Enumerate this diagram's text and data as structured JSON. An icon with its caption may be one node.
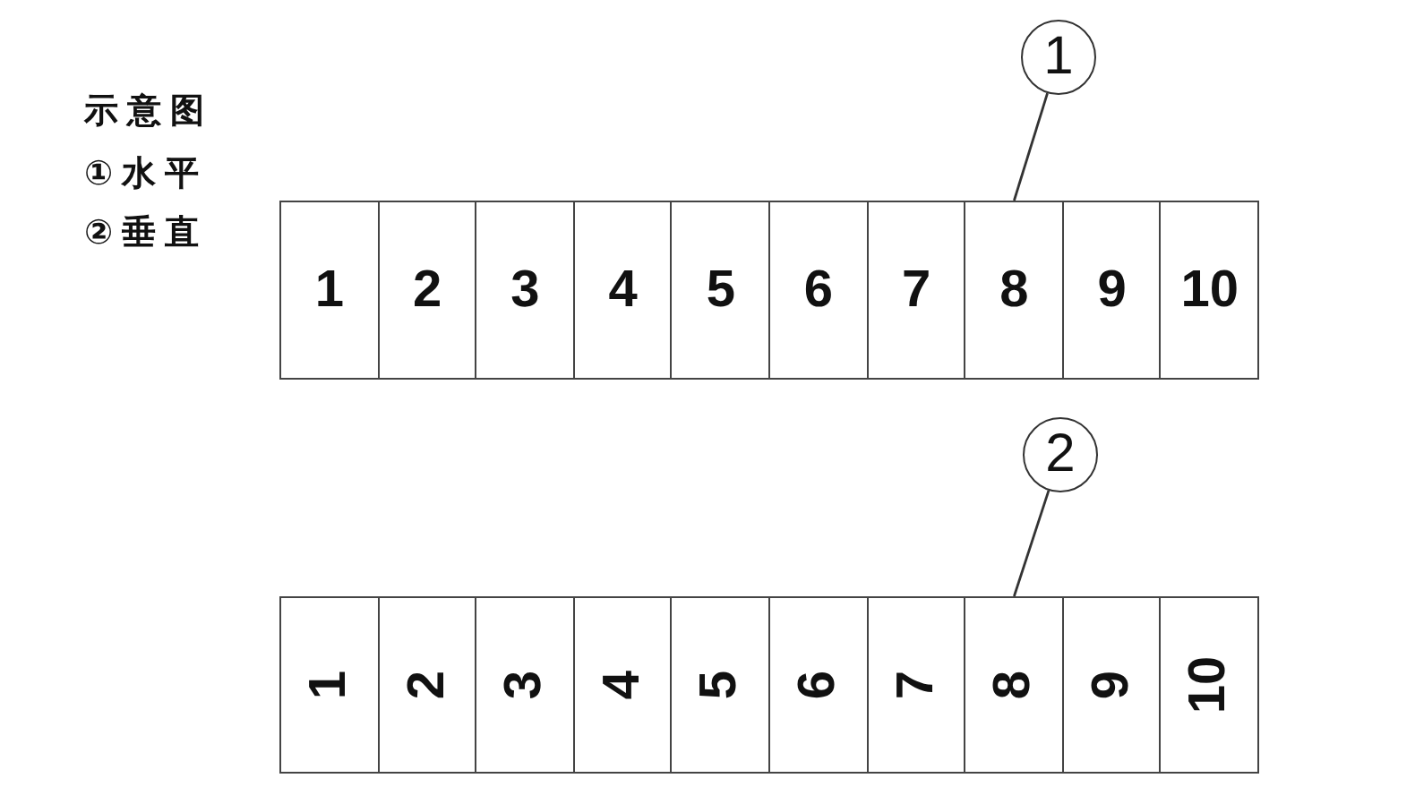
{
  "diagram": {
    "nodes": [
      {
        "text": [
          "1"
        ]
      },
      {
        "text": [
          "1"
        ]
      },
      {
        "text": [
          "2"
        ]
      },
      {
        "text": [
          "3"
        ]
      },
      {
        "text": [
          "4"
        ]
      },
      {
        "text": [
          "5"
        ]
      },
      {
        "text": [
          "6"
        ]
      },
      {
        "text": [
          "7"
        ]
      },
      {
        "text": [
          "8"
        ]
      },
      {
        "text": [
          "9"
        ]
      },
      {
        "text": [
          "10"
        ]
      },
      {
        "text": [
          "2"
        ]
      },
      {
        "text": [
          "1"
        ]
      },
      {
        "text": [
          "2"
        ]
      },
      {
        "text": [
          "3"
        ]
      },
      {
        "text": [
          "4"
        ]
      },
      {
        "text": [
          "5"
        ]
      },
      {
        "text": [
          "6"
        ]
      },
      {
        "text": [
          "7"
        ]
      },
      {
        "text": [
          "8"
        ]
      },
      {
        "text": [
          "9"
        ]
      },
      {
        "text": [
          "10"
        ]
      }
    ],
    "edges": [
      {
        "from": 0,
        "to": 8,
        "arrow": "none"
      },
      {
        "from": 11,
        "to": 19,
        "arrow": "none"
      }
    ],
    "labels": [
      "示意图",
      "①水平",
      "②垂直"
    ]
  }
}
